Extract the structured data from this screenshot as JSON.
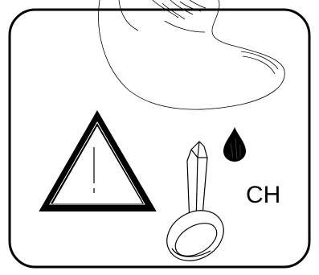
{
  "symbol": {
    "code_label": "CH",
    "icons": [
      "rounded-frame",
      "fingertip",
      "warning-triangle",
      "blood-drop",
      "lancet-pin"
    ],
    "colors": {
      "ink": "#000000",
      "background": "#ffffff"
    }
  }
}
